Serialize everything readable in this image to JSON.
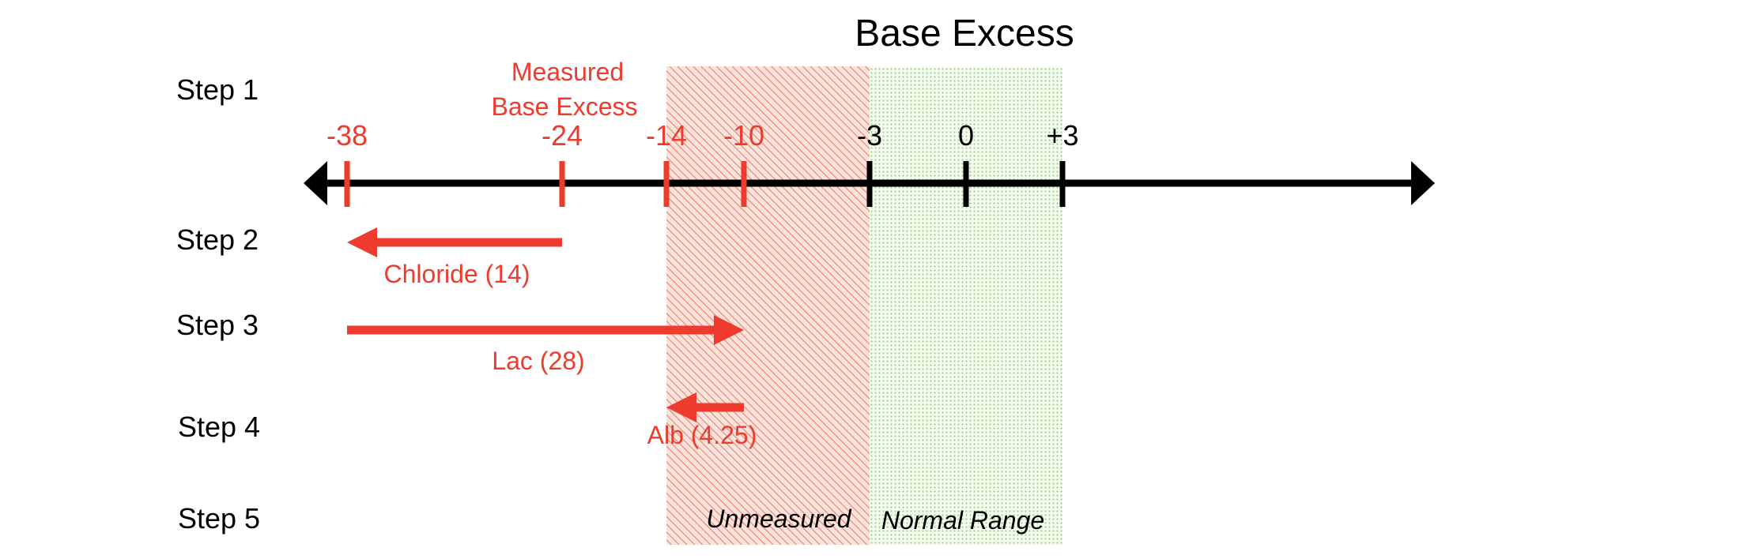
{
  "colors": {
    "accent_red": "#ee3b2d",
    "axis": "#000000",
    "unmeasured_hatch": "#e8806f",
    "normal_dots": "#9ed08a"
  },
  "title": "Base Excess",
  "steps": [
    "Step 1",
    "Step 2",
    "Step 3",
    "Step 4",
    "Step 5"
  ],
  "ticks": [
    {
      "value": -38,
      "label": "-38",
      "color": "red"
    },
    {
      "value": -24,
      "label": "-24",
      "color": "red"
    },
    {
      "value": -14,
      "label": "-14",
      "color": "red"
    },
    {
      "value": -10,
      "label": "-10",
      "color": "red"
    },
    {
      "value": -3,
      "label": "-3",
      "color": "black"
    },
    {
      "value": 0,
      "label": "0",
      "color": "black"
    },
    {
      "value": 3,
      "label": "+3",
      "color": "black"
    }
  ],
  "measured_label": [
    "Measured",
    "Base Excess"
  ],
  "arrows": [
    {
      "from": -24,
      "to": -38,
      "label": "Chloride (14)"
    },
    {
      "from": -38,
      "to": -10,
      "label": "Lac (28)"
    },
    {
      "from": -10,
      "to": -14,
      "label": "Alb (4.25)"
    }
  ],
  "zones": [
    {
      "from": -14,
      "to": -3,
      "label": "Unmeasured",
      "pattern": "hatch"
    },
    {
      "from": -3,
      "to": 3,
      "label": "Normal Range",
      "pattern": "dots"
    }
  ]
}
